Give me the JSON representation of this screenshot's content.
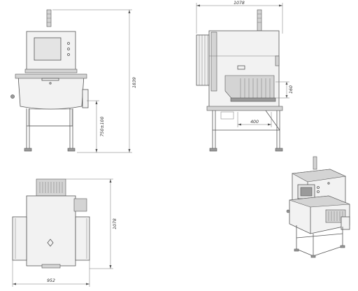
{
  "dimensions": {
    "front_height": "1839",
    "front_table_height": "750±100",
    "side_width": "1078",
    "side_conveyor_height": "160",
    "side_conveyor_length": "400",
    "top_depth": "1078",
    "top_width": "952"
  },
  "colors": {
    "line": "#555555",
    "body": "#f2f2f2",
    "dark_part": "#9a9a9a",
    "background": "#ffffff"
  }
}
